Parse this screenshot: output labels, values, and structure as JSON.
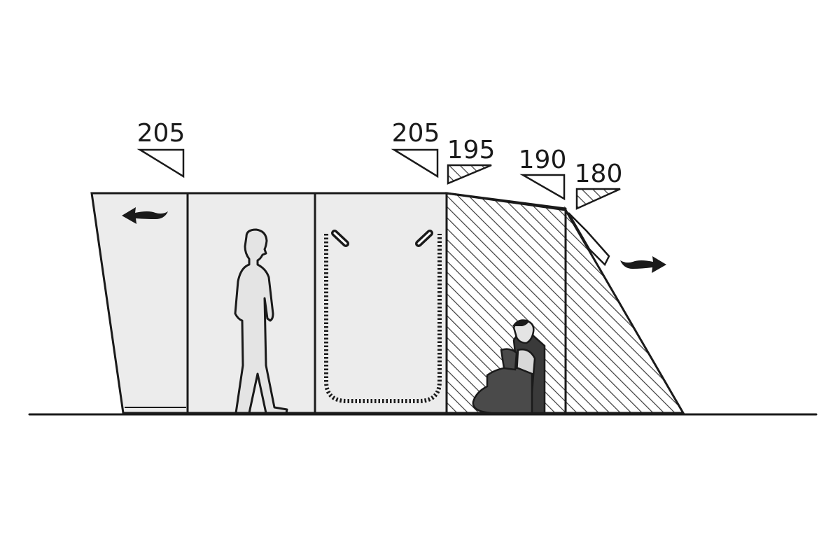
{
  "heights": [
    {
      "id": "left-end",
      "value": "205",
      "marker": "solid"
    },
    {
      "id": "front",
      "value": "205",
      "marker": "solid"
    },
    {
      "id": "canopy-inner",
      "value": "195",
      "marker": "hatched"
    },
    {
      "id": "canopy-mid",
      "value": "190",
      "marker": "solid"
    },
    {
      "id": "canopy-outer",
      "value": "180",
      "marker": "hatched"
    }
  ],
  "colors": {
    "line": "#1a1a1a",
    "panel": "#ececec",
    "hatch": "#3a3a3a",
    "figure": "#e4e4e4",
    "seated_figure": "#4a4a4a"
  },
  "icons": [
    "arrow-left-icon",
    "arrow-right-icon",
    "standing-person-icon",
    "seated-person-icon",
    "door-toggle-icon"
  ]
}
